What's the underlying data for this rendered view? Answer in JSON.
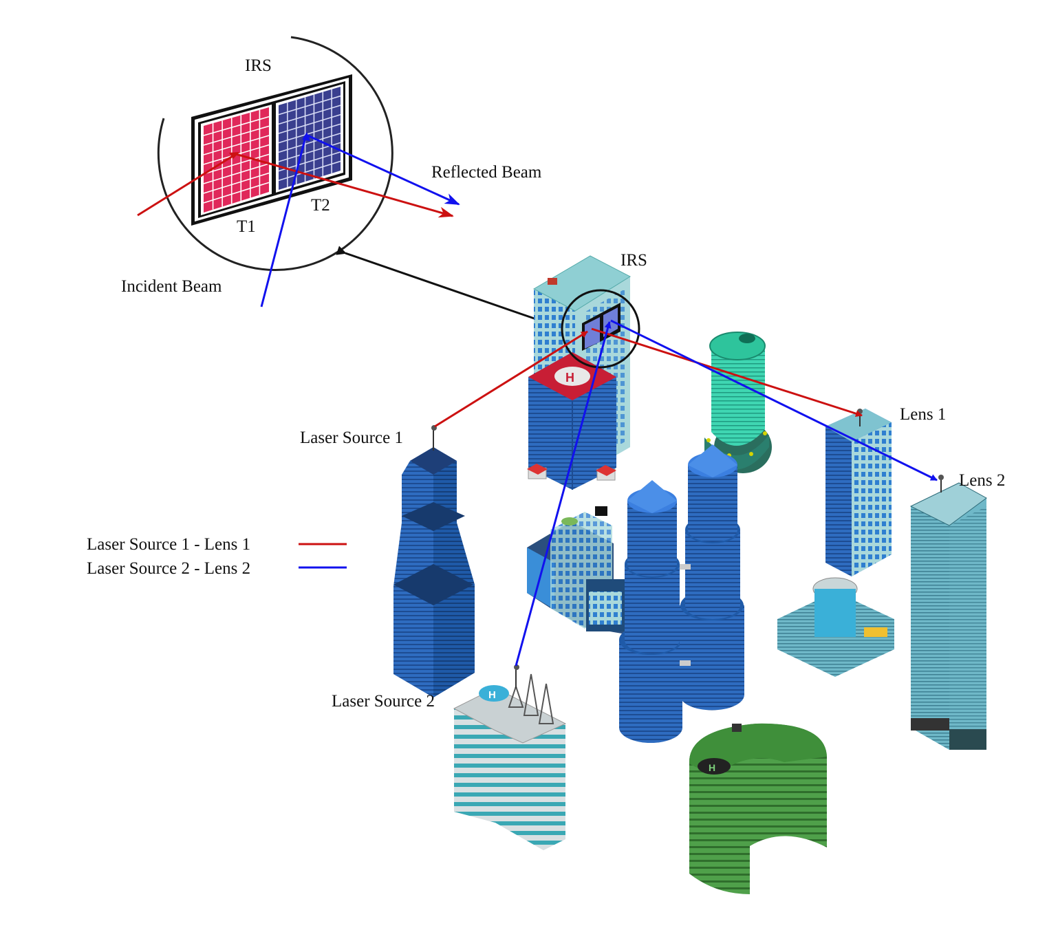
{
  "labels": {
    "irs_zoom": "IRS",
    "t1": "T1",
    "t2": "T2",
    "reflected_beam": "Reflected Beam",
    "incident_beam": "Incident Beam",
    "irs_building": "IRS",
    "laser_source_1": "Laser Source 1",
    "laser_source_2": "Laser Source 2",
    "lens_1": "Lens 1",
    "lens_2": "Lens 2"
  },
  "legend": [
    {
      "label": "Laser Source 1 - Lens 1",
      "color": "#cc1111"
    },
    {
      "label": "Laser Source 2 - Lens 2",
      "color": "#1111ee"
    }
  ],
  "colors": {
    "link1": "#cc1111",
    "link2": "#1111ee",
    "tile_t1": "#e0285a",
    "tile_t2": "#3a3f8f",
    "building_blue": "#2f6fc4",
    "building_teal": "#5fc9c4",
    "building_green": "#3f8f3a"
  }
}
